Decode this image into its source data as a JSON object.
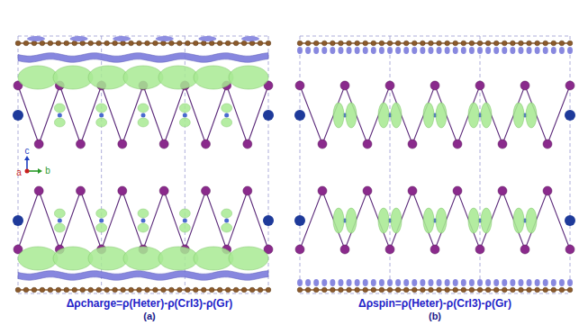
{
  "diagram": {
    "labels": [
      "c",
      "a",
      "b",
      "Δρcharge=ρ(Heter)-ρ(CrI3)-ρ(Gr)",
      "(a)",
      "Δρspin=ρ(Heter)-ρ(CrI3)-ρ(Gr)",
      "(b)"
    ]
  }
}
